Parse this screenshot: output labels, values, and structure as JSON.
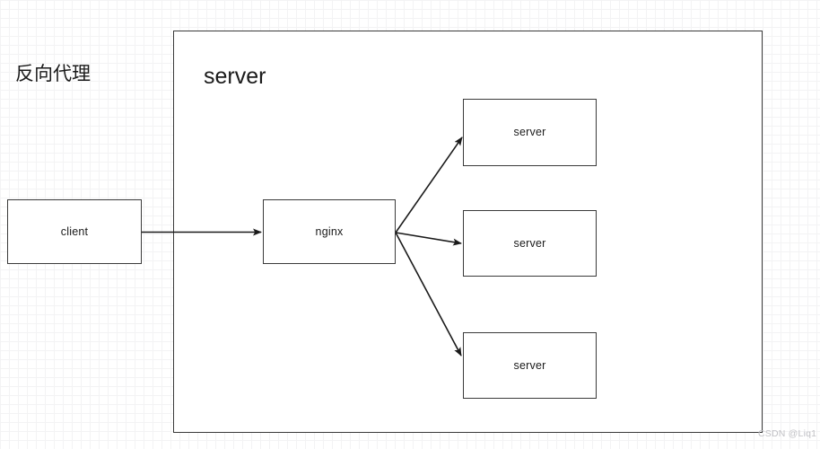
{
  "diagram": {
    "title": "反向代理",
    "container": {
      "label": "server"
    },
    "nodes": [
      {
        "id": "client",
        "label": "client"
      },
      {
        "id": "nginx",
        "label": "nginx"
      },
      {
        "id": "server-1",
        "label": "server"
      },
      {
        "id": "server-2",
        "label": "server"
      },
      {
        "id": "server-3",
        "label": "server"
      }
    ],
    "edges": [
      {
        "from": "client",
        "to": "nginx",
        "style": "solid-arrow"
      },
      {
        "from": "nginx",
        "to": "server-1",
        "style": "solid-arrow"
      },
      {
        "from": "nginx",
        "to": "server-2",
        "style": "solid-arrow"
      },
      {
        "from": "nginx",
        "to": "server-3",
        "style": "solid-arrow"
      }
    ],
    "colors": {
      "stroke": "#3a3a3a",
      "text": "#1a1a1a",
      "background": "#ffffff",
      "grid_major": "#e6e6e8",
      "grid_minor": "#f3f3f4",
      "watermark": "#c2c2c6"
    }
  },
  "watermark": {
    "text": "CSDN @Liq1"
  }
}
